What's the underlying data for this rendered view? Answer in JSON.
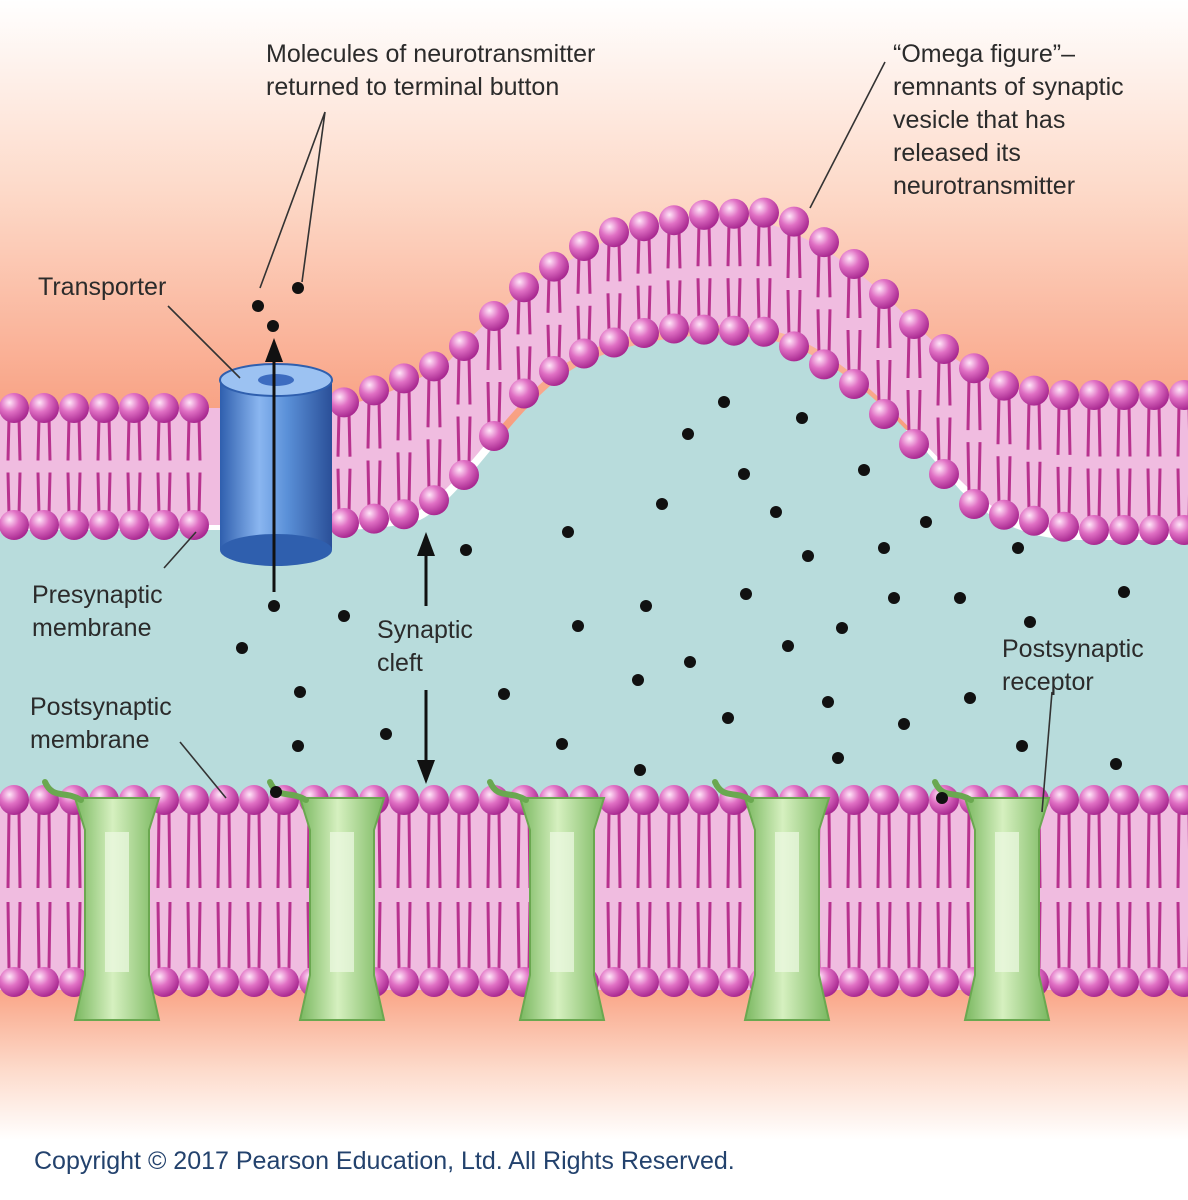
{
  "labels": {
    "molecules": [
      "Molecules of neurotransmitter",
      "returned to terminal button"
    ],
    "omega": [
      "“Omega figure”–",
      "remnants of synaptic",
      "vesicle that has",
      "released its",
      "neurotransmitter"
    ],
    "transporter": "Transporter",
    "presynaptic": [
      "Presynaptic",
      "membrane"
    ],
    "cleft": [
      "Synaptic",
      "cleft"
    ],
    "postsynaptic_membrane": [
      "Postsynaptic",
      "membrane"
    ],
    "postsynaptic_receptor": [
      "Postsynaptic",
      "receptor"
    ]
  },
  "copyright": "Copyright © 2017 Pearson Education, Ltd. All Rights Reserved.",
  "colors": {
    "extracellular_top": "#f9a587",
    "cleft_fluid": "#b8dcdc",
    "lipid_head": "#d850b4",
    "lipid_tail": "#b8328e",
    "membrane_core": "#f0bce0",
    "transporter": "#5a90d8",
    "receptor": "#a8d890",
    "copyright_text": "#23426d"
  },
  "icons": {
    "transporter": "blue-cylinder-transporter-icon",
    "receptor": "green-ion-channel-receptor-icon",
    "molecule": "black-dot-neurotransmitter-icon"
  }
}
